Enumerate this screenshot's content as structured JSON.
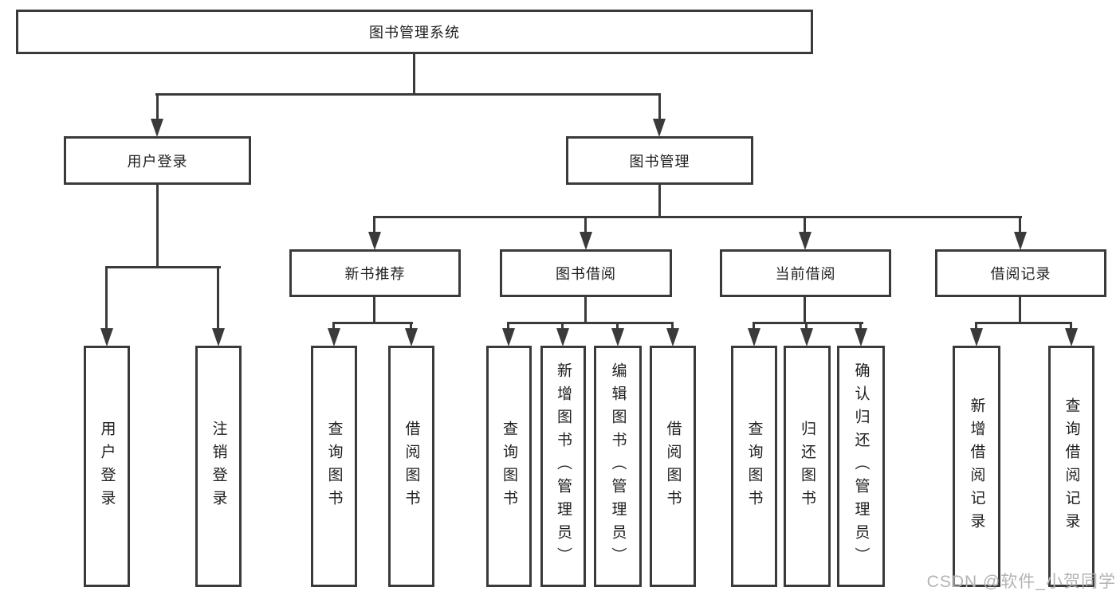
{
  "nodes": {
    "root": "图书管理系统",
    "user_login": "用户登录",
    "book_management": "图书管理",
    "new_book_recommend": "新书推荐",
    "book_borrow": "图书借阅",
    "current_borrow": "当前借阅",
    "borrow_records": "借阅记录",
    "leaf_user_login": "用户登录",
    "leaf_logout": "注销登录",
    "leaf_nbr_query_book": "查询图书",
    "leaf_nbr_borrow_book": "借阅图书",
    "leaf_bb_query_book": "查询图书",
    "leaf_bb_add_book": "新增图书（管理员）",
    "leaf_bb_edit_book": "编辑图书（管理员）",
    "leaf_bb_borrow_book": "借阅图书",
    "leaf_cb_query_book": "查询图书",
    "leaf_cb_return_book": "归还图书",
    "leaf_cb_confirm_return": "确认归还（管理员）",
    "leaf_br_add_record": "新增借阅记录",
    "leaf_br_query_record": "查询借阅记录"
  },
  "hierarchy": {
    "图书管理系统": [
      "用户登录",
      "图书管理"
    ],
    "用户登录": [
      "用户登录",
      "注销登录"
    ],
    "图书管理": [
      "新书推荐",
      "图书借阅",
      "当前借阅",
      "借阅记录"
    ],
    "新书推荐": [
      "查询图书",
      "借阅图书"
    ],
    "图书借阅": [
      "查询图书",
      "新增图书（管理员）",
      "编辑图书（管理员）",
      "借阅图书"
    ],
    "当前借阅": [
      "查询图书",
      "归还图书",
      "确认归还（管理员）"
    ],
    "借阅记录": [
      "新增借阅记录",
      "查询借阅记录"
    ]
  },
  "watermark": "CSDN @软件_小贺同学",
  "colors": {
    "line": "#3a3a3a",
    "text": "#1e1e1e",
    "watermark": "#b3b3b3",
    "background": "#ffffff"
  }
}
